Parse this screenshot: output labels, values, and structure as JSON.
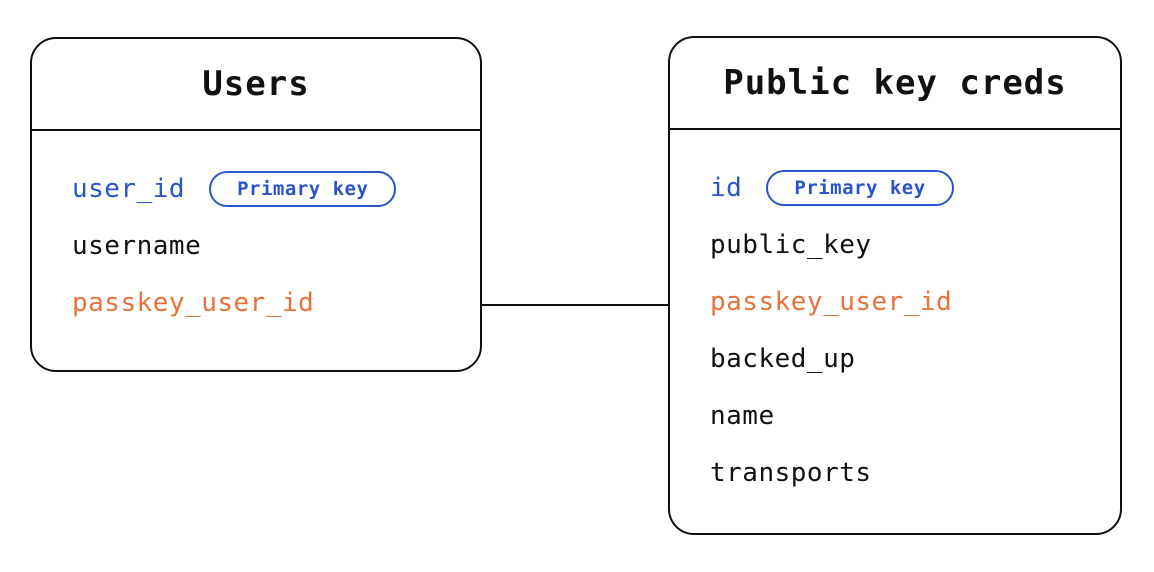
{
  "diagram": {
    "type": "entity-relationship",
    "colors": {
      "background": "#ffffff",
      "line": "#111111",
      "field_default": "#111111",
      "primary_key_blue": "#2a55c8",
      "foreign_key_orange": "#e87239"
    },
    "tables": [
      {
        "id": "users",
        "title": "Users",
        "fields": [
          {
            "name": "user_id",
            "role": "primary",
            "badge": "Primary key"
          },
          {
            "name": "username",
            "role": "default"
          },
          {
            "name": "passkey_user_id",
            "role": "foreign"
          }
        ]
      },
      {
        "id": "public-key-creds",
        "title": "Public key creds",
        "fields": [
          {
            "name": "id",
            "role": "primary",
            "badge": "Primary key"
          },
          {
            "name": "public_key",
            "role": "default"
          },
          {
            "name": "passkey_user_id",
            "role": "foreign"
          },
          {
            "name": "backed_up",
            "role": "default"
          },
          {
            "name": "name",
            "role": "default"
          },
          {
            "name": "transports",
            "role": "default"
          }
        ]
      }
    ],
    "relationship": {
      "from": "Users.passkey_user_id",
      "to": "Public key creds.passkey_user_id",
      "style": "straight-line"
    }
  }
}
